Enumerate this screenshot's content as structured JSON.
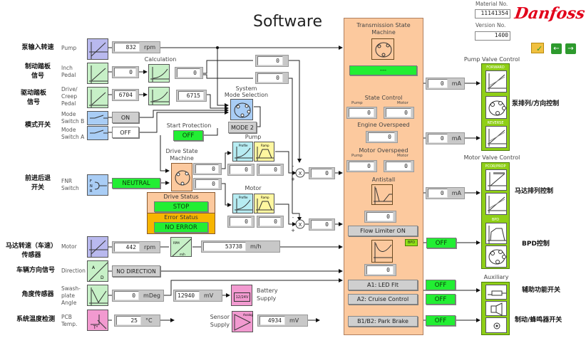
{
  "page": {
    "title": "Software"
  },
  "header": {
    "material_label": "Material No.",
    "material_value": "11141354",
    "version_label": "Version No.",
    "version_value": "1400",
    "brand": "Danfoss",
    "icons": [
      "folder-check-icon",
      "arrow-left-icon",
      "arrow-right-icon"
    ]
  },
  "inputs": [
    {
      "cn": "泵输入转速",
      "en1": "Pump",
      "en2": "",
      "sensor_icon": "rpm-freq-icon",
      "value": "832",
      "unit": "rpm"
    },
    {
      "cn1": "制动踏板",
      "cn2": "信号",
      "en1": "Inch",
      "en2": "Pedal",
      "sensor_icon": "percent-mv-icon",
      "value": "0"
    },
    {
      "cn1": "驱动踏板",
      "cn2": "信号",
      "en1": "Drive/",
      "en2": "Creep",
      "en3": "Pedal",
      "sensor_icon": "percent-mv-icon",
      "value": "6704"
    },
    {
      "cn": "模式开关",
      "en1": "Mode",
      "en2": "Switch B",
      "sensor_icon": "switch-icon",
      "value": "ON"
    },
    {
      "en1": "Mode",
      "en2": "Switch A",
      "sensor_icon": "switch-icon",
      "value": "OFF"
    },
    {
      "cn1": "前进后退",
      "cn2": "开关",
      "en1": "FNR",
      "en2": "Switch",
      "sensor_icon": "fnr-switch-icon",
      "value": "NEUTRAL"
    },
    {
      "cn1": "马达转速（车速）",
      "cn2": "传感器",
      "en1": "Motor",
      "sensor_icon": "rpm-freq-icon",
      "value": "442",
      "unit": "rpm"
    },
    {
      "cn": "车辆方向信号",
      "en1": "Direction",
      "sensor_icon": "a-d-icon",
      "value": "NO DIRECTION"
    },
    {
      "cn": "角度传感器",
      "en1": "Swash-",
      "en2": "plate",
      "en3": "Angle",
      "sensor_icon": "deg-pos-icon",
      "value": "0",
      "unit": "mDeg"
    },
    {
      "cn": "系统温度检测",
      "en1": "PCB",
      "en2": "Temp.",
      "sensor_icon": "temperature-icon",
      "value": "25",
      "unit": "°C"
    }
  ],
  "calculation": {
    "label": "Calculation",
    "inch_out": "0",
    "drive_out": "6715",
    "top_out1": "0",
    "top_out2": "0"
  },
  "system_mode": {
    "label1": "System",
    "label2": "Mode Selection",
    "value": "MODE 2"
  },
  "start_protection": {
    "label": "Start Protection",
    "value": "OFF"
  },
  "drive_state": {
    "label1": "Drive State",
    "label2": "Machine",
    "out1": "0",
    "out2": "0",
    "drive_status_label": "Drive Status",
    "drive_status": "STOP",
    "error_status_label": "Error Status",
    "error_status": "NO ERROR"
  },
  "pump_block": {
    "label": "Pump",
    "profile": "Profile",
    "ramp": "Ramp",
    "v1": "0",
    "v2": "0",
    "mult_out": "0"
  },
  "motor_block": {
    "label": "Motor",
    "profile": "Profile",
    "ramp": "Ramp",
    "v1": "0",
    "v2": "0",
    "mult_out": "0"
  },
  "speed_conv": {
    "value": "53738",
    "unit": "m/h"
  },
  "battery": {
    "value": "12940",
    "unit": "mV",
    "label1": "Battery",
    "label2": "Supply",
    "icon_text": "12/24V"
  },
  "sensor_supply": {
    "label1": "Sensor",
    "label2": "Supply",
    "value": "4934",
    "unit": "mV",
    "icon_text": "Analog"
  },
  "tsm": {
    "title1": "Transmission State",
    "title2": "Machine",
    "status": "---",
    "state_control": "State Control",
    "pump_label": "Pump",
    "motor_label": "Motor",
    "sc_pump": "0",
    "sc_motor": "0",
    "engine_overspeed": "Engine Overspeed",
    "eo_value": "0",
    "motor_overspeed": "Motor Overspeed",
    "mo_pump": "0",
    "mo_motor": "0",
    "antistall": "Antistall",
    "as_value": "0",
    "flow_limiter": "Flow Limiter ON",
    "fl_value": "0",
    "a1": "A1: LED Flt",
    "a2": "A2: Cruise Control",
    "b1b2": "B1/B2: Park Brake"
  },
  "outputs": {
    "pump_fwd": {
      "value": "0",
      "unit": "mA"
    },
    "pump_rev": {
      "value": "0",
      "unit": "mA"
    },
    "motor": {
      "value": "0",
      "unit": "mA"
    },
    "bpd_tag": "BPD",
    "bpd": "OFF",
    "a1": "OFF",
    "a2": "OFF",
    "b1b2": "OFF"
  },
  "valves": {
    "pump_title": "Pump Valve Control",
    "forward": "FORWARD",
    "reverse": "REVERSE",
    "pump_cn": "泵排列/方向控制",
    "motor_title": "Motor Valve Control",
    "pcor": "PCOR/PROP",
    "bpd": "BPD",
    "motor_cn": "马达排列控制",
    "bpd_cn": "BPD控制",
    "aux_title": "Auxiliary",
    "aux_cn": "辅助功能开关",
    "brake_cn": "制动/蜂鸣器开关"
  }
}
